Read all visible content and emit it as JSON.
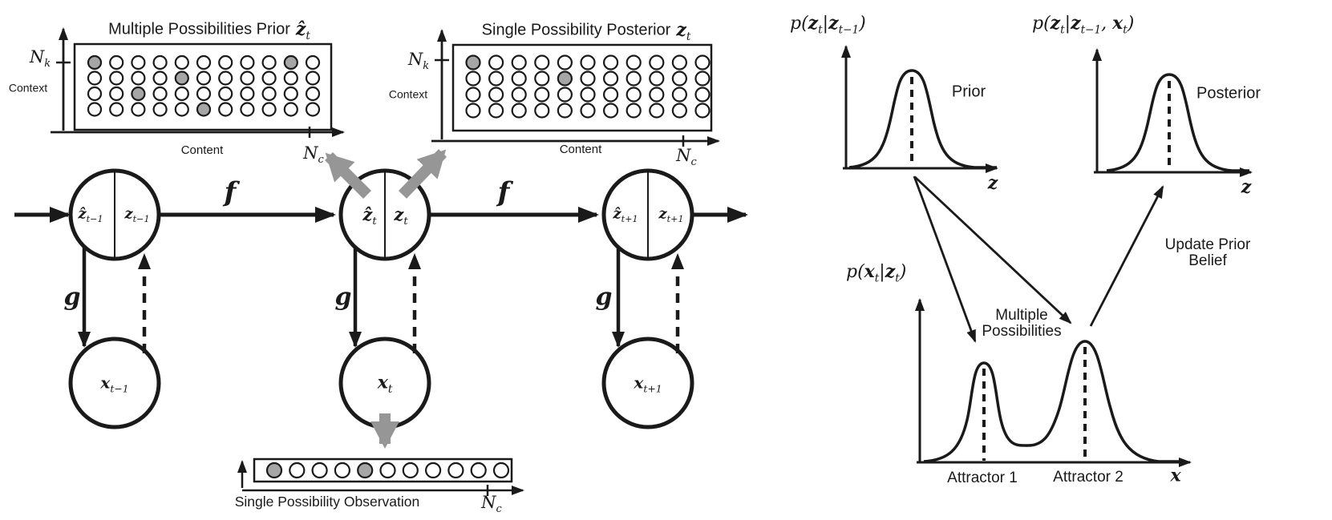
{
  "figure": {
    "colors": {
      "ink": "#1a1a1a",
      "gray_arrow": "#969696",
      "dot_fill": "#a6a6a6",
      "background": "#ffffff"
    },
    "left": {
      "prior_grid": {
        "title": "Multiple Possibilities Prior",
        "title_math": [
          {
            "t": "ẑ",
            "k": "b"
          },
          {
            "t": "t",
            "k": "s"
          }
        ],
        "y_axis_max": [
          {
            "t": "N",
            "k": "t"
          },
          {
            "t": "k",
            "k": "s"
          }
        ],
        "y_axis_label": "Context",
        "x_axis_label": "Content",
        "x_axis_max": [
          {
            "t": "N",
            "k": "t"
          },
          {
            "t": "c",
            "k": "s"
          }
        ],
        "dots": {
          "rows": 4,
          "cols": 11,
          "filled": [
            [
              0,
              0
            ],
            [
              0,
              9
            ],
            [
              1,
              4
            ],
            [
              2,
              2
            ],
            [
              3,
              5
            ]
          ]
        }
      },
      "posterior_grid": {
        "title": "Single Possibility Posterior",
        "title_math": [
          {
            "t": "z",
            "k": "b"
          },
          {
            "t": "t",
            "k": "s"
          }
        ],
        "y_axis_max": [
          {
            "t": "N",
            "k": "t"
          },
          {
            "t": "k",
            "k": "s"
          }
        ],
        "y_axis_label": "Context",
        "x_axis_label": "Content",
        "x_axis_max": [
          {
            "t": "N",
            "k": "t"
          },
          {
            "t": "c",
            "k": "s"
          }
        ],
        "dots": {
          "rows": 4,
          "cols": 11,
          "filled": [
            [
              0,
              0
            ],
            [
              1,
              4
            ]
          ]
        }
      },
      "observation": {
        "label": "Single Possibility Observation",
        "x_axis_max": [
          {
            "t": "N",
            "k": "t"
          },
          {
            "t": "c",
            "k": "s"
          }
        ],
        "dots": {
          "rows": 1,
          "cols": 11,
          "filled": [
            [
              0,
              0
            ],
            [
              0,
              4
            ]
          ]
        }
      },
      "nodes": {
        "z_prev_left": [
          {
            "t": "ẑ",
            "k": "b"
          },
          {
            "t": "t−1",
            "k": "s"
          }
        ],
        "z_prev_right": [
          {
            "t": "z",
            "k": "b"
          },
          {
            "t": "t−1",
            "k": "s"
          }
        ],
        "z_cur_left": [
          {
            "t": "ẑ",
            "k": "b"
          },
          {
            "t": "t",
            "k": "s"
          }
        ],
        "z_cur_right": [
          {
            "t": "z",
            "k": "b"
          },
          {
            "t": "t",
            "k": "s"
          }
        ],
        "z_next_left": [
          {
            "t": "ẑ",
            "k": "b"
          },
          {
            "t": "t+1",
            "k": "s"
          }
        ],
        "z_next_right": [
          {
            "t": "z",
            "k": "b"
          },
          {
            "t": "t+1",
            "k": "s"
          }
        ],
        "x_prev": [
          {
            "t": "x",
            "k": "b"
          },
          {
            "t": "t−1",
            "k": "s"
          }
        ],
        "x_cur": [
          {
            "t": "x",
            "k": "b"
          },
          {
            "t": "t",
            "k": "s"
          }
        ],
        "x_next": [
          {
            "t": "x",
            "k": "b"
          },
          {
            "t": "t+1",
            "k": "s"
          }
        ]
      },
      "edges": {
        "f": "f",
        "g": "g"
      }
    },
    "right": {
      "prior_plot": {
        "title_math": [
          {
            "t": "p(",
            "k": "t"
          },
          {
            "t": "z",
            "k": "b"
          },
          {
            "t": "t",
            "k": "s"
          },
          {
            "t": "|",
            "k": "t"
          },
          {
            "t": "z",
            "k": "b"
          },
          {
            "t": "t−1",
            "k": "s"
          },
          {
            "t": ")",
            "k": "t"
          }
        ],
        "curve_label": "Prior",
        "x_axis_label": [
          {
            "t": "z",
            "k": "b"
          }
        ]
      },
      "posterior_plot": {
        "title_math": [
          {
            "t": "p(",
            "k": "t"
          },
          {
            "t": "z",
            "k": "b"
          },
          {
            "t": "t",
            "k": "s"
          },
          {
            "t": "|",
            "k": "t"
          },
          {
            "t": "z",
            "k": "b"
          },
          {
            "t": "t−1",
            "k": "s"
          },
          {
            "t": ", ",
            "k": "t"
          },
          {
            "t": "x",
            "k": "b"
          },
          {
            "t": "t",
            "k": "s"
          },
          {
            "t": ")",
            "k": "t"
          }
        ],
        "curve_label": "Posterior",
        "x_axis_label": [
          {
            "t": "z",
            "k": "b"
          }
        ]
      },
      "likelihood_plot": {
        "title_math": [
          {
            "t": "p(",
            "k": "t"
          },
          {
            "t": "x",
            "k": "b"
          },
          {
            "t": "t",
            "k": "s"
          },
          {
            "t": "|",
            "k": "t"
          },
          {
            "t": "z",
            "k": "b"
          },
          {
            "t": "t",
            "k": "s"
          },
          {
            "t": ")",
            "k": "t"
          }
        ],
        "attractor1_label": "Attractor 1",
        "attractor2_label": "Attractor 2",
        "x_axis_label": [
          {
            "t": "x",
            "k": "b"
          }
        ]
      },
      "annotations": {
        "multiple_line1": "Multiple",
        "multiple_line2": "Possibilities",
        "update_line1": "Update Prior",
        "update_line2": "Belief"
      }
    }
  }
}
